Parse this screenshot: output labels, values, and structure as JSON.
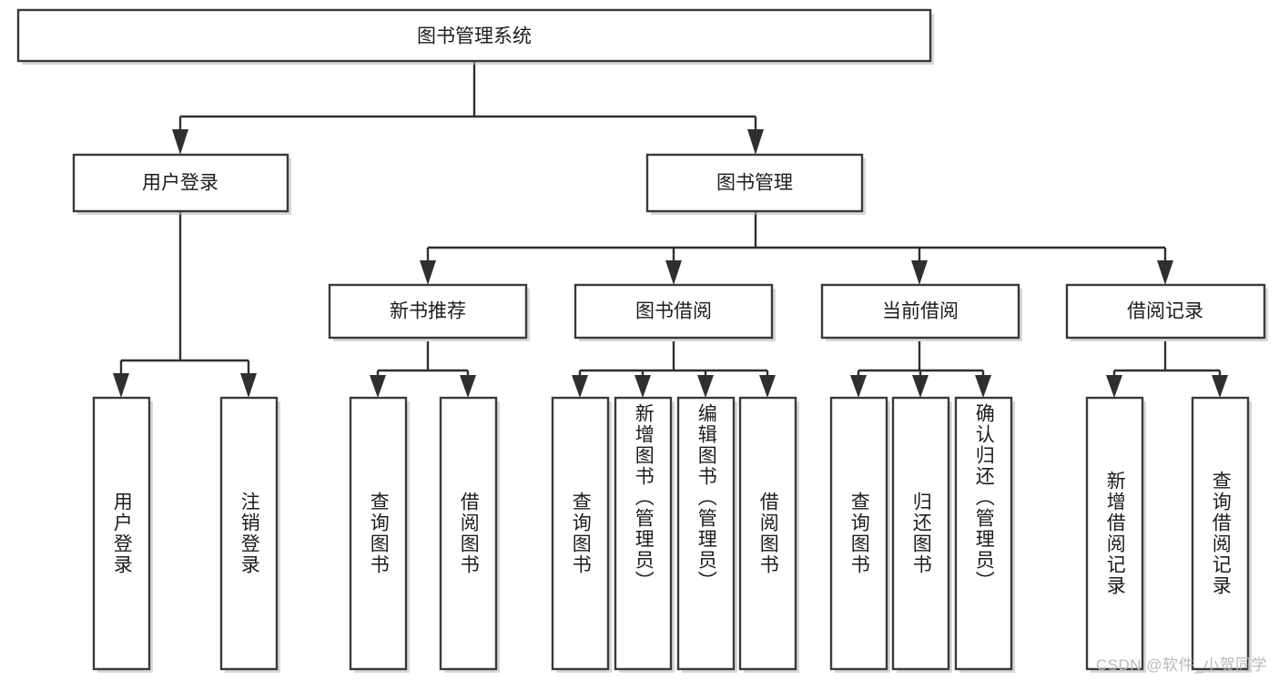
{
  "diagram": {
    "type": "tree",
    "title": "图书管理系统",
    "orientation": "top-down",
    "colors": {
      "box_stroke": "#3a3a3a",
      "box_fill": "#ffffff",
      "connector": "#2f2f2f",
      "text": "#1c1c1c",
      "watermark": "#b9b9b9"
    },
    "root": {
      "label": "图书管理系统"
    },
    "level2": [
      {
        "label": "用户登录"
      },
      {
        "label": "图书管理"
      }
    ],
    "level3": [
      {
        "label": "新书推荐"
      },
      {
        "label": "图书借阅"
      },
      {
        "label": "当前借阅"
      },
      {
        "label": "借阅记录"
      }
    ],
    "leaves": {
      "user_login": [
        {
          "label": "用户登录"
        },
        {
          "label": "注销登录"
        }
      ],
      "new_book_recommend": [
        {
          "label": "查询图书"
        },
        {
          "label": "借阅图书"
        }
      ],
      "book_borrow": [
        {
          "label": "查询图书"
        },
        {
          "label": "新增图书（管理员）"
        },
        {
          "label": "编辑图书（管理员）"
        },
        {
          "label": "借阅图书"
        }
      ],
      "current_borrow": [
        {
          "label": "查询图书"
        },
        {
          "label": "归还图书"
        },
        {
          "label": "确认归还（管理员）"
        }
      ],
      "borrow_record": [
        {
          "label": "新增借阅记录"
        },
        {
          "label": "查询借阅记录"
        }
      ]
    }
  },
  "watermark": {
    "text": "CSDN @软件_小贺同学"
  }
}
